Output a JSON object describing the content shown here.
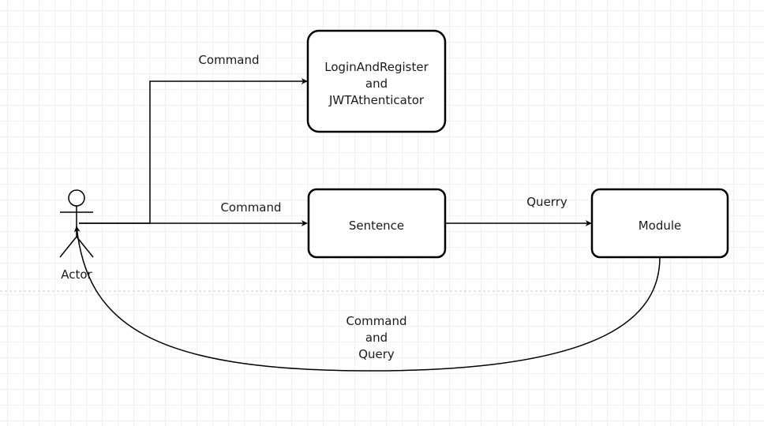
{
  "diagram": {
    "actor": {
      "label": "Actor"
    },
    "nodes": {
      "login": {
        "line1": "LoginAndRegister",
        "line2": "and",
        "line3": "JWTAthenticator"
      },
      "sentence": {
        "label": "Sentence"
      },
      "module": {
        "label": "Module"
      }
    },
    "edges": {
      "actor_to_login": {
        "label": "Command"
      },
      "actor_to_sentence": {
        "label": "Command"
      },
      "sentence_to_module": {
        "label": "Querry"
      },
      "module_to_actor": {
        "line1": "Command",
        "line2": "and",
        "line3": "Query"
      }
    }
  },
  "colors": {
    "grid": "#e3e3e3",
    "stroke": "#000000",
    "text": "#1a1a1a",
    "page_break": "#c8c8c8"
  }
}
